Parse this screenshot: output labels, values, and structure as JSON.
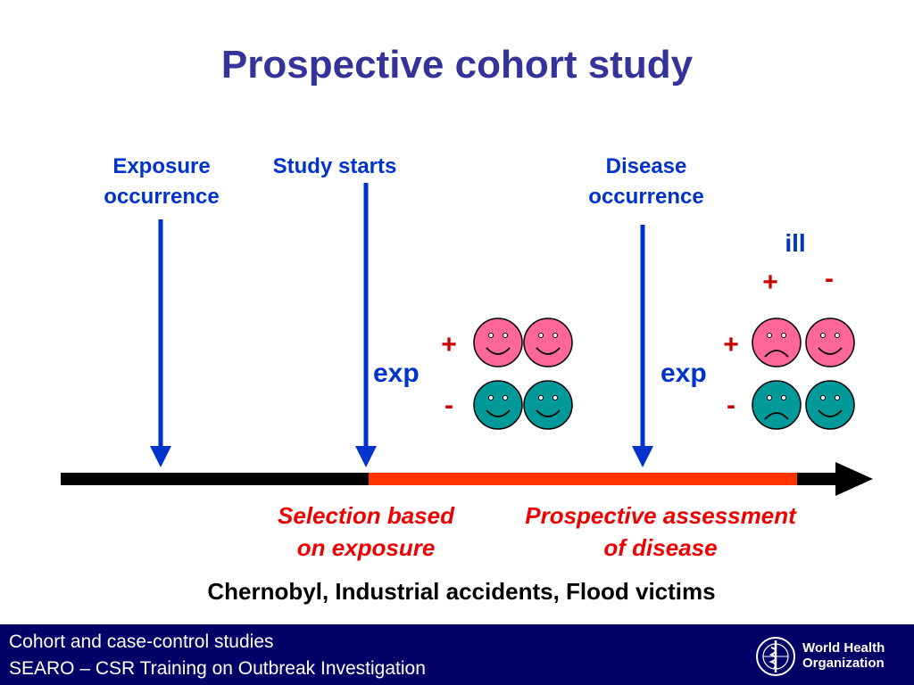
{
  "slide": {
    "title": "Prospective cohort study",
    "markers": {
      "exposure": [
        "Exposure",
        "occurrence"
      ],
      "study_start": "Study starts",
      "disease": [
        "Disease",
        "occurrence"
      ]
    },
    "ill_label": "ill",
    "plus": "+",
    "minus": "-",
    "exp_label": "exp",
    "selection": [
      "Selection based",
      "on exposure"
    ],
    "assessment": [
      "Prospective assessment",
      "of disease"
    ],
    "examples": "Chernobyl, Industrial accidents, Flood victims",
    "colors": {
      "title": "#333399",
      "label_blue": "#0033cc",
      "sign_red": "#cc0000",
      "timeline_black": "#000000",
      "timeline_red": "#ff3300",
      "face_pink": "#ff6699",
      "face_teal": "#009999",
      "footer_bg": "#000066"
    }
  },
  "footer": {
    "line1": "Cohort and case-control studies",
    "line2": "SEARO – CSR Training on Outbreak Investigation",
    "logo_line1": "World Health",
    "logo_line2": "Organization"
  }
}
